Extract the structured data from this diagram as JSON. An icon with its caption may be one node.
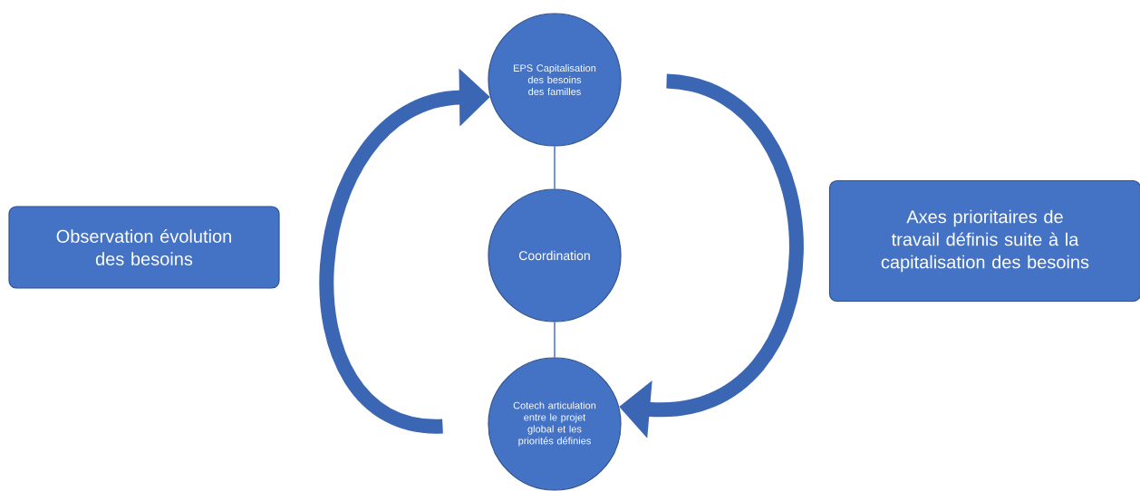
{
  "diagram": {
    "nodes": [
      {
        "text": [
          "Observation évolution des besoins"
        ]
      },
      {
        "text": [
          "EPS Capitalisation des besoins des familles"
        ]
      },
      {
        "text": [
          "Coordination"
        ]
      },
      {
        "text": [
          "Axes prioritaires de travail définis suite à la capitalisation des besoins"
        ]
      },
      {
        "text": [
          "Cotech articulation entre le projet global et les priorités définies"
        ]
      }
    ],
    "edges": [
      {
        "from": 1,
        "to": 2,
        "arrow": "none"
      },
      {
        "from": 2,
        "to": 4,
        "arrow": "none"
      },
      {
        "from": 4,
        "to": 1,
        "arrow": "to",
        "style": "thick"
      },
      {
        "from": 1,
        "to": 4,
        "arrow": "to",
        "style": "thick"
      }
    ]
  }
}
